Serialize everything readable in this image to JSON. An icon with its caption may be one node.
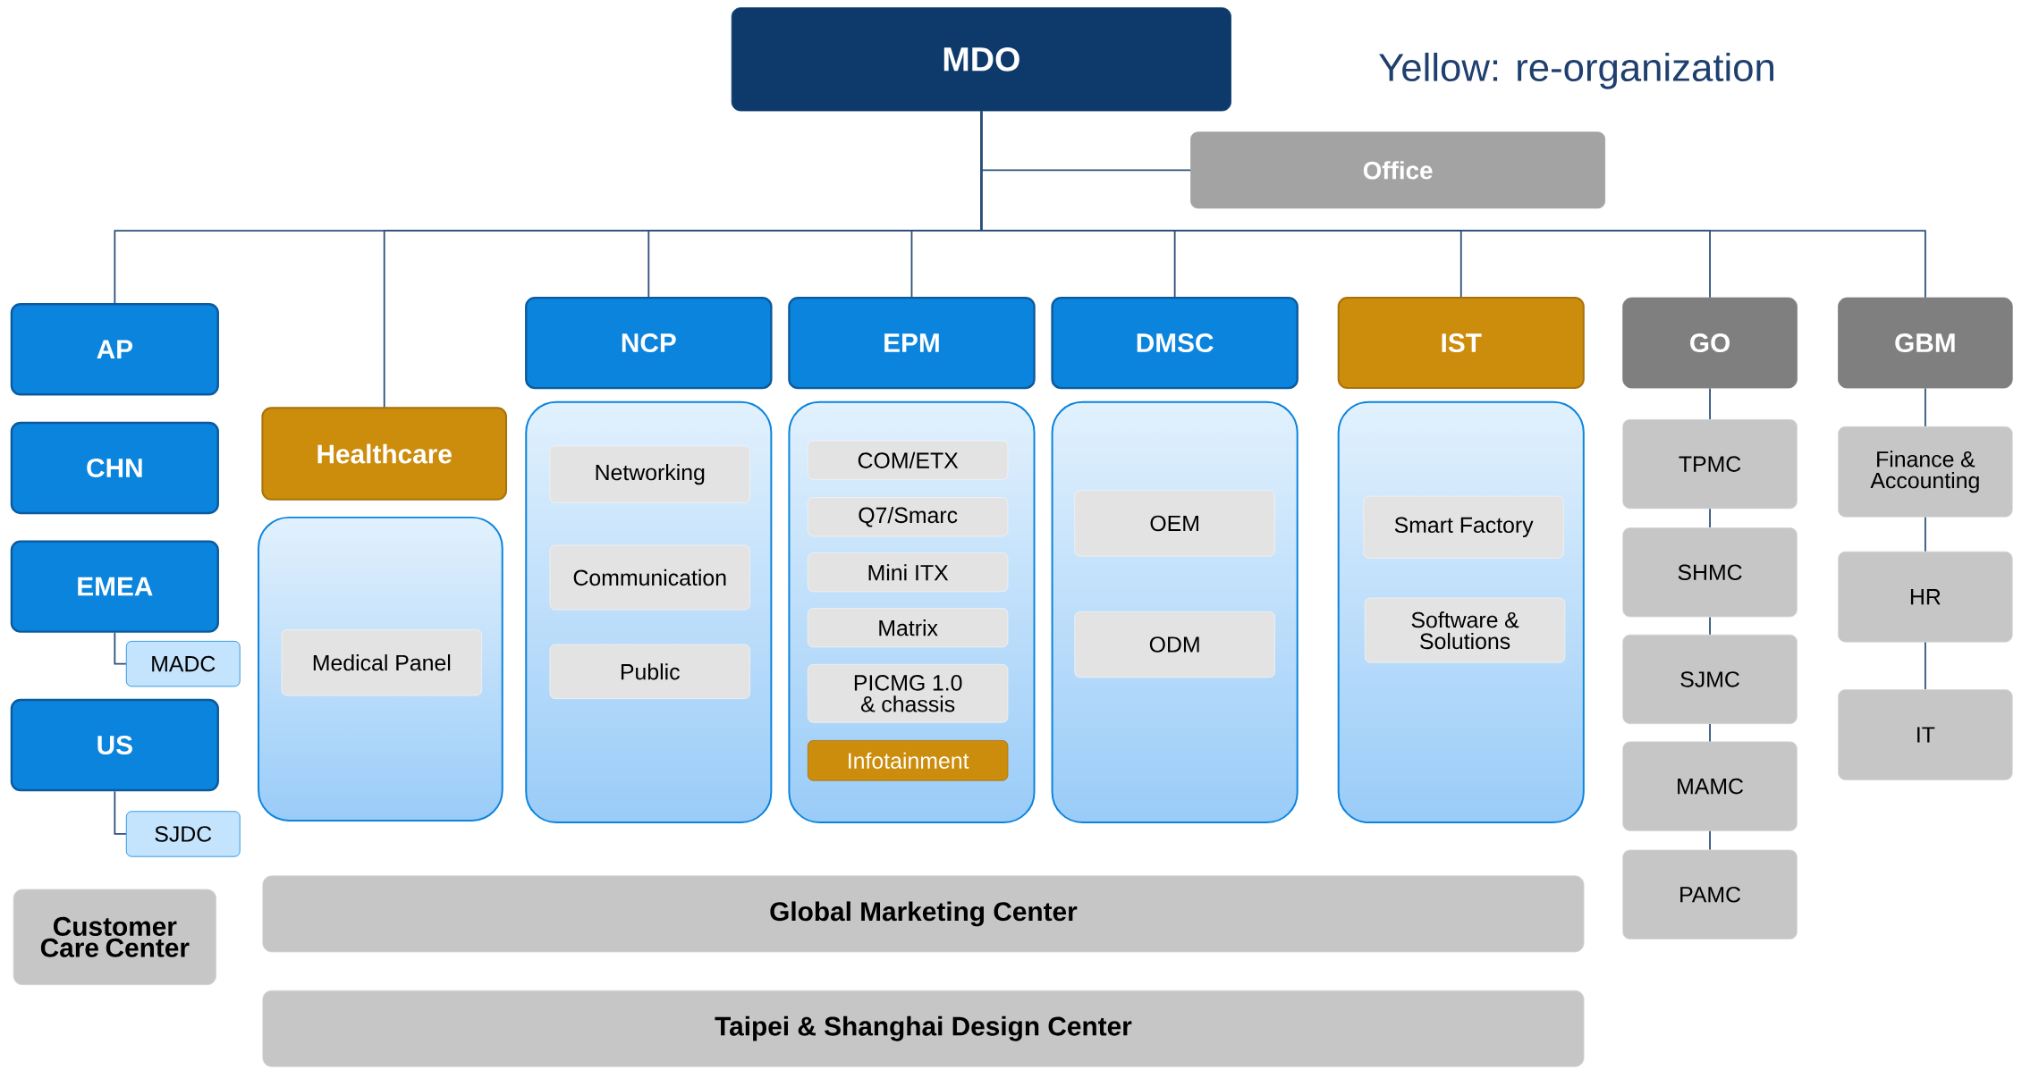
{
  "diagram": {
    "nodes": [
      {
        "text": [
          "MDO"
        ]
      },
      {
        "text": [
          "Office"
        ]
      },
      {
        "text": [
          "AP"
        ]
      },
      {
        "text": [
          "CHN"
        ]
      },
      {
        "text": [
          "EMEA"
        ]
      },
      {
        "text": [
          "MADC"
        ]
      },
      {
        "text": [
          "US"
        ]
      },
      {
        "text": [
          "SJDC"
        ]
      },
      {
        "text": [
          "Customer Care Center"
        ]
      },
      {
        "text": [
          "Healthcare"
        ]
      },
      {
        "text": [],
        "shape": "box"
      },
      {
        "text": [
          "Medical Panel"
        ],
        "in": 10
      },
      {
        "text": [
          "NCP"
        ]
      },
      {
        "text": [],
        "shape": "box"
      },
      {
        "text": [
          "Networking"
        ],
        "in": 13
      },
      {
        "text": [
          "Communication"
        ],
        "in": 13
      },
      {
        "text": [
          "Public"
        ],
        "in": 13
      },
      {
        "text": [
          "EPM"
        ]
      },
      {
        "text": [],
        "shape": "box"
      },
      {
        "text": [
          "COM/ETX"
        ],
        "in": 18
      },
      {
        "text": [
          "Q7/Smarc"
        ],
        "in": 18
      },
      {
        "text": [
          "Mini ITX"
        ],
        "in": 18
      },
      {
        "text": [
          "Matrix"
        ],
        "in": 18
      },
      {
        "text": [
          "PICMG 1.0 & chassis"
        ],
        "in": 18
      },
      {
        "text": [
          "Infotainment"
        ],
        "in": 18
      },
      {
        "text": [
          "DMSC"
        ]
      },
      {
        "text": [],
        "shape": "box"
      },
      {
        "text": [
          "OEM"
        ],
        "in": 26
      },
      {
        "text": [
          "ODM"
        ],
        "in": 26
      },
      {
        "text": [
          "IST"
        ]
      },
      {
        "text": [],
        "shape": "box"
      },
      {
        "text": [
          "Smart Factory"
        ],
        "in": 30
      },
      {
        "text": [
          "Software & Solutions"
        ],
        "in": 30
      },
      {
        "text": [
          "GO"
        ]
      },
      {
        "text": [
          "TPMC"
        ]
      },
      {
        "text": [
          "SHMC"
        ]
      },
      {
        "text": [
          "SJMC"
        ]
      },
      {
        "text": [
          "MAMC"
        ]
      },
      {
        "text": [
          "PAMC"
        ]
      },
      {
        "text": [
          "GBM"
        ]
      },
      {
        "text": [
          "Finance & Accounting"
        ]
      },
      {
        "text": [
          "HR"
        ]
      },
      {
        "text": [
          "IT"
        ]
      },
      {
        "text": [
          "Global Marketing Center"
        ]
      },
      {
        "text": [
          "Taipei & Shanghai Design Center"
        ]
      }
    ],
    "edges": [
      {
        "from": 0,
        "to": 1,
        "arrow": "none"
      },
      {
        "from": 0,
        "to": 2,
        "arrow": "none"
      },
      {
        "from": 0,
        "to": 9,
        "arrow": "none"
      },
      {
        "from": 0,
        "to": 12,
        "arrow": "none"
      },
      {
        "from": 0,
        "to": 17,
        "arrow": "none"
      },
      {
        "from": 0,
        "to": 25,
        "arrow": "none"
      },
      {
        "from": 0,
        "to": 29,
        "arrow": "none"
      },
      {
        "from": 0,
        "to": 33,
        "arrow": "none"
      },
      {
        "from": 0,
        "to": 39,
        "arrow": "none"
      },
      {
        "from": 4,
        "to": 5,
        "arrow": "none"
      },
      {
        "from": 6,
        "to": 7,
        "arrow": "none"
      },
      {
        "from": 33,
        "to": 34,
        "arrow": "none"
      },
      {
        "from": 34,
        "to": 35,
        "arrow": "none"
      },
      {
        "from": 35,
        "to": 36,
        "arrow": "none"
      },
      {
        "from": 36,
        "to": 37,
        "arrow": "none"
      },
      {
        "from": 37,
        "to": 38,
        "arrow": "none"
      },
      {
        "from": 39,
        "to": 40,
        "arrow": "none"
      },
      {
        "from": 40,
        "to": 41,
        "arrow": "none"
      },
      {
        "from": 41,
        "to": 42,
        "arrow": "none"
      }
    ],
    "labels": [
      "Yellow: re-organization"
    ]
  }
}
